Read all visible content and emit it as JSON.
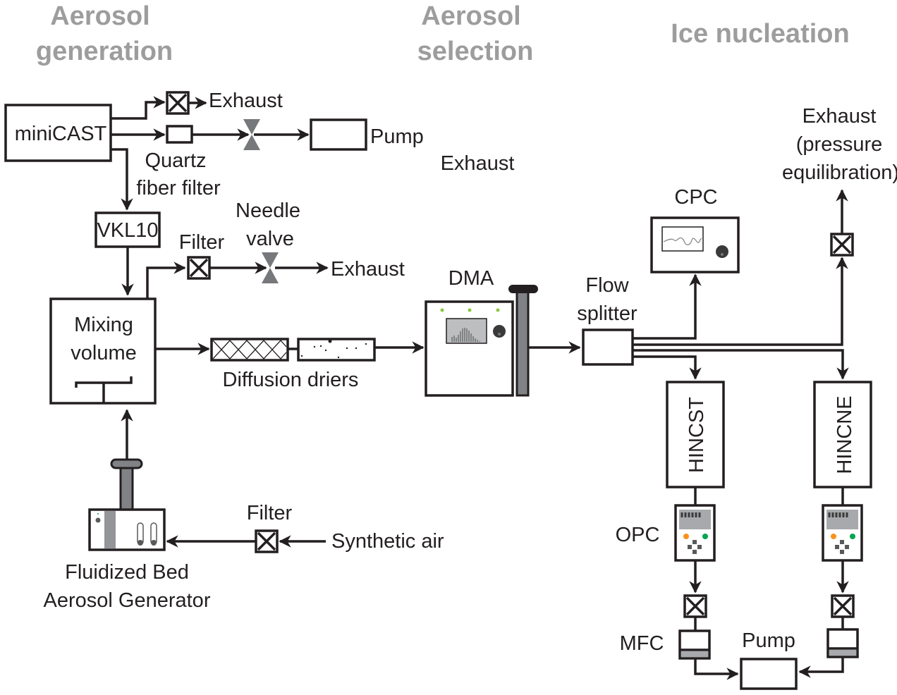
{
  "sections": {
    "generation": [
      "Aerosol",
      "generation"
    ],
    "selection": [
      "Aerosol",
      "selection"
    ],
    "nucleation": "Ice nucleation"
  },
  "labels": {
    "minicast": "miniCAST",
    "exhaust_top": "Exhaust",
    "pump_top": "Pump",
    "quartz": [
      "Quartz",
      "fiber filter"
    ],
    "exhaust_mid": "Exhaust",
    "vkl10": "VKL10",
    "filter_mid": "Filter",
    "needle_valve": [
      "Needle",
      "valve"
    ],
    "exhaust_needle": "Exhaust",
    "mixing_volume": [
      "Mixing",
      "volume"
    ],
    "diffusion_driers": "Diffusion driers",
    "dma": "DMA",
    "flow_splitter": [
      "Flow",
      "splitter"
    ],
    "cpc": "CPC",
    "exhaust_pressure": [
      "Exhaust",
      "(pressure",
      "equilibration)"
    ],
    "hincst": "HINCST",
    "hincne": "HINCNE",
    "opc": "OPC",
    "mfc": "MFC",
    "pump_bottom": "Pump",
    "filter_bottom": "Filter",
    "synthetic_air": "Synthetic air",
    "fbag": [
      "Fluidized Bed",
      "Aerosol Generator"
    ]
  },
  "colors": {
    "line": "#231f20",
    "header": "#9d9d9d",
    "valve": "#77787b",
    "led_green": "#8dc63f",
    "opc_orange": "#f7941d",
    "opc_green": "#00a651",
    "screen": "#a7a9ac"
  }
}
